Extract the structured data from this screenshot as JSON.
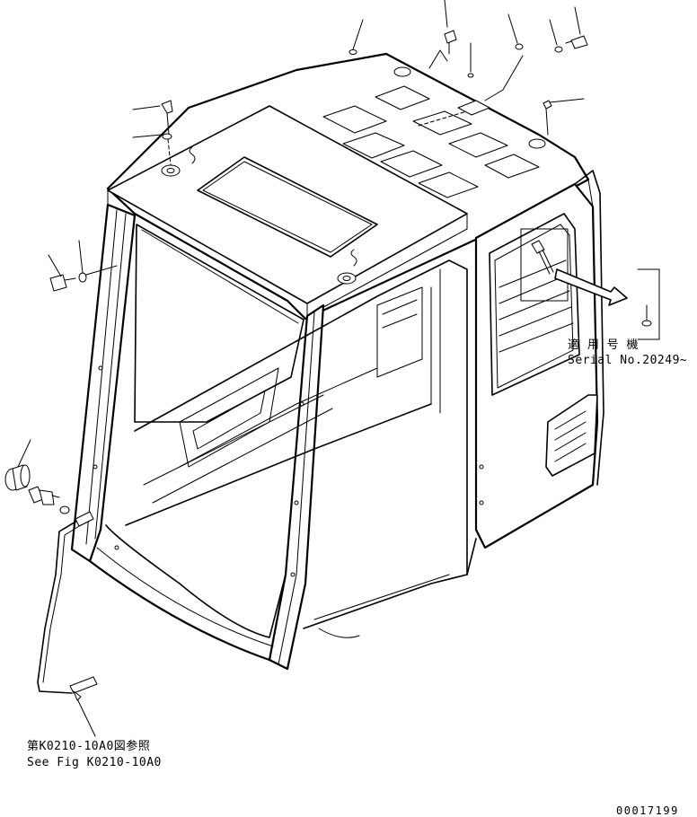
{
  "serial_note": {
    "jp": "適 用 号 機",
    "en": "Serial No.20249~"
  },
  "reference_note": {
    "jp": "第K0210-10A0図参照",
    "en": "See Fig K0210-10A0"
  },
  "drawing_number": "00017199"
}
